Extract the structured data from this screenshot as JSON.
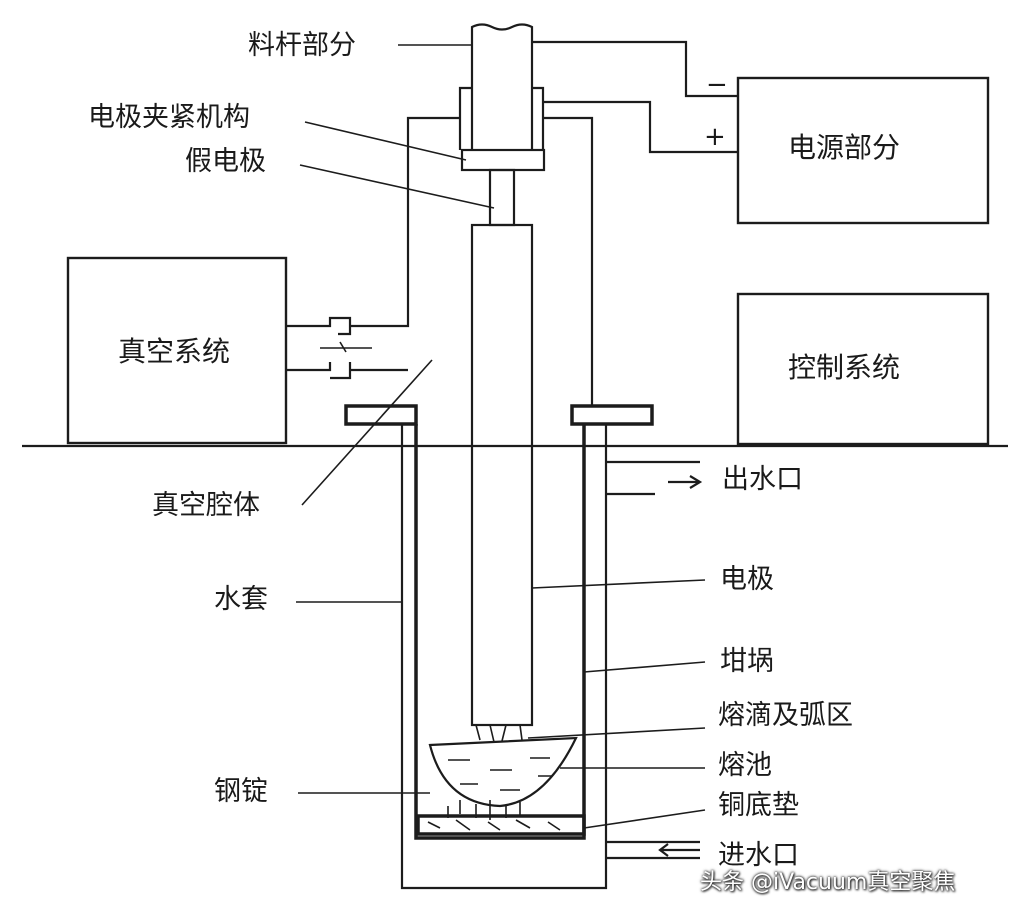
{
  "boxes": {
    "power": "电源部分",
    "vacuum_system": "真空系统",
    "control": "控制系统"
  },
  "signs": {
    "minus": "−",
    "plus": "+"
  },
  "labels_left": {
    "feed_rod": "料杆部分",
    "clamp": "电极夹紧机构",
    "dummy_electrode": "假电极",
    "vacuum_chamber": "真空腔体",
    "water_jacket": "水套",
    "ingot": "钢锭"
  },
  "labels_right": {
    "water_outlet": "出水口",
    "electrode": "电极",
    "crucible": "坩埚",
    "droplet_arc_zone": "熔滴及弧区",
    "melt_pool": "熔池",
    "copper_base": "铜底垫",
    "water_inlet": "进水口"
  },
  "watermark": "头条 @iVacuum真空聚焦"
}
